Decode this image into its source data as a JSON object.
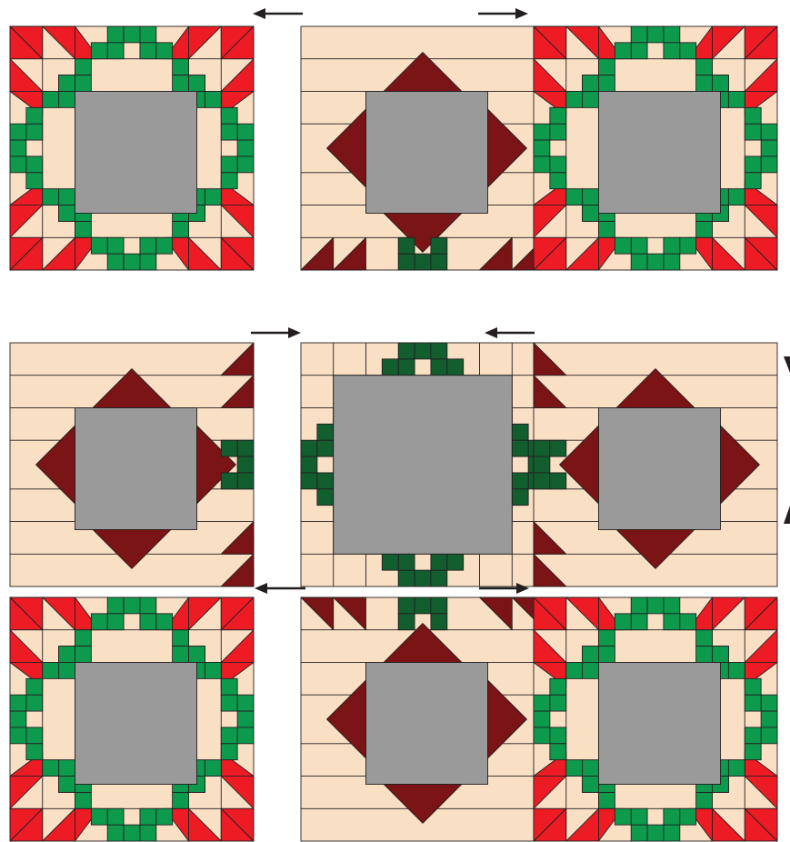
{
  "colors": {
    "background": "#f9dfc4",
    "center": "#9a9a9a",
    "red": "#ed1c24",
    "green": "#0d9a4d",
    "dark_red": "#7a1416",
    "dark_green": "#125e2e",
    "outline": "#231f20",
    "arrow": "#231f20"
  },
  "blocks": [
    {
      "name": "block-star-top-left",
      "type": "star",
      "variant": "full"
    },
    {
      "name": "block-side-top-center",
      "type": "side",
      "variant": "pieced-bottom"
    },
    {
      "name": "block-star-top-right",
      "type": "star",
      "variant": "full"
    },
    {
      "name": "block-side-middle-left",
      "type": "side",
      "variant": "pieced-right"
    },
    {
      "name": "block-chain-middle-center",
      "type": "center",
      "variant": "chain"
    },
    {
      "name": "block-side-middle-right",
      "type": "side",
      "variant": "pieced-left"
    },
    {
      "name": "block-star-bottom-left",
      "type": "star",
      "variant": "full"
    },
    {
      "name": "block-side-bottom-center",
      "type": "side",
      "variant": "pieced-top"
    },
    {
      "name": "block-star-bottom-right",
      "type": "star",
      "variant": "full"
    }
  ],
  "arrows": [
    {
      "name": "arrow-top-left",
      "direction": "left"
    },
    {
      "name": "arrow-top-right",
      "direction": "right"
    },
    {
      "name": "arrow-middle-left",
      "direction": "right"
    },
    {
      "name": "arrow-middle-right",
      "direction": "left"
    },
    {
      "name": "arrow-bottom-left",
      "direction": "left"
    },
    {
      "name": "arrow-bottom-right",
      "direction": "right"
    }
  ]
}
